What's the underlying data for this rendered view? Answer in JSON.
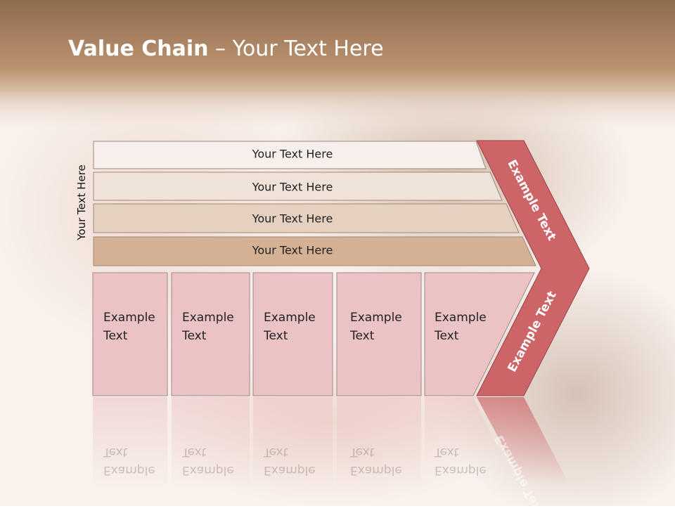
{
  "slide": {
    "title_bold": "Value Chain",
    "title_rest": " – Your Text Here",
    "side_label": "Your Text Here",
    "rows": [
      "Your Text Here",
      "Your Text Here",
      "Your Text Here",
      "Your Text Here"
    ],
    "boxes": [
      {
        "line1": "Example",
        "line2": "Text"
      },
      {
        "line1": "Example",
        "line2": "Text"
      },
      {
        "line1": "Example",
        "line2": "Text"
      },
      {
        "line1": "Example",
        "line2": "Text"
      },
      {
        "line1": "Example",
        "line2": "Text"
      }
    ],
    "arrow_upper_label": "Example Text",
    "arrow_lower_label": "Example Text"
  },
  "colors": {
    "header_band": "#b08a69",
    "row1": "#f6efeb",
    "row2": "#efe2d8",
    "row3": "#e6d0bf",
    "row4": "#d4b194",
    "box_fill": "#ebc3c5",
    "arrow_fill": "#cc6468"
  }
}
